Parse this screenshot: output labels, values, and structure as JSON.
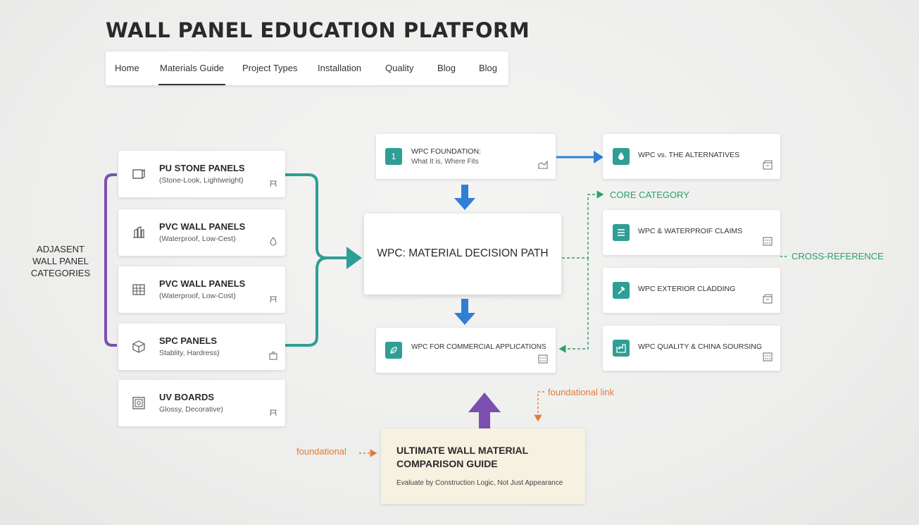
{
  "title": "WALL PANEL EDUCATION PLATFORM",
  "nav": {
    "items": [
      {
        "label": "Home",
        "active": false
      },
      {
        "label": "Materials Guide",
        "active": true
      },
      {
        "label": "Project Types",
        "active": false
      },
      {
        "label": "Installation",
        "active": false
      },
      {
        "label": "Quality",
        "active": false
      },
      {
        "label": "Blog",
        "active": false
      },
      {
        "label": "Blog",
        "active": false
      }
    ]
  },
  "left_group": {
    "label_lines": [
      "ADJASENT",
      "WALL PANEL",
      "CATEGORIES"
    ],
    "cards": [
      {
        "title": "PU STONE PANELS",
        "subtitle": "(Stone-Look, Lightweight)",
        "icon": "panel-icon",
        "corner_icon": "stool-icon"
      },
      {
        "title": "PVC WALL PANELS",
        "subtitle": "(Waterproof, Low-Cest)",
        "icon": "panel-stack-icon",
        "corner_icon": "droplet-icon"
      },
      {
        "title": "PVC WALL PANELS",
        "subtitle": "(Waterproof, Low-Cost)",
        "icon": "grid-panel-icon",
        "corner_icon": "stool-icon"
      },
      {
        "title": "SPC PANELS",
        "subtitle": "Stablity, Hardress)",
        "icon": "panel-block-icon",
        "corner_icon": "board-icon"
      },
      {
        "title": "UV BOARDS",
        "subtitle": "Glossy, Decorative)",
        "icon": "frame-icon",
        "corner_icon": "stool-icon"
      }
    ]
  },
  "center": {
    "top_card": {
      "number": "1",
      "title": "WPC FOUNDATION:",
      "subtitle": "What It is, Where Fits",
      "corner_icon": "chart-icon"
    },
    "main_card": {
      "title": "WPC: MATERIAL DECISION PATH"
    },
    "bottom_card": {
      "title": "WPC FOR COMMERCIAL APPLICATIONS",
      "badge_icon": "leaf-icon",
      "corner_icon": "building-icon"
    }
  },
  "right_group": {
    "cards": [
      {
        "title": "WPC vs. THE ALTERNATIVES",
        "badge_icon": "droplet-icon",
        "corner_icon": "box-icon"
      },
      {
        "title": "WPC & WATERPROIF CLAIMS",
        "badge_icon": "list-icon",
        "corner_icon": "building-icon"
      },
      {
        "title": "WPC EXTERIOR CLADDING",
        "badge_icon": "hammer-icon",
        "corner_icon": "box-icon"
      },
      {
        "title": "WPC QUALITY & CHINA SOURSING",
        "badge_icon": "factory-icon",
        "corner_icon": "building-icon"
      }
    ]
  },
  "annotations": {
    "core_category": "CORE CATEGORY",
    "cross_reference": "CROSS-REFERENCE",
    "foundational_link": "foundational link",
    "foundational": "foundational"
  },
  "guide": {
    "title_lines": [
      "ULTIMATE WALL MATERIAL",
      "COMPARISON GUIDE"
    ],
    "subtitle": "Evaluate by Construction Logic, Not Just Appearance"
  },
  "colors": {
    "teal": "#2f9e95",
    "purple": "#7b4fae",
    "blue": "#2f7fd4",
    "green": "#2f9e67",
    "orange": "#e07b39",
    "guide_bg": "#f6f1e1"
  }
}
